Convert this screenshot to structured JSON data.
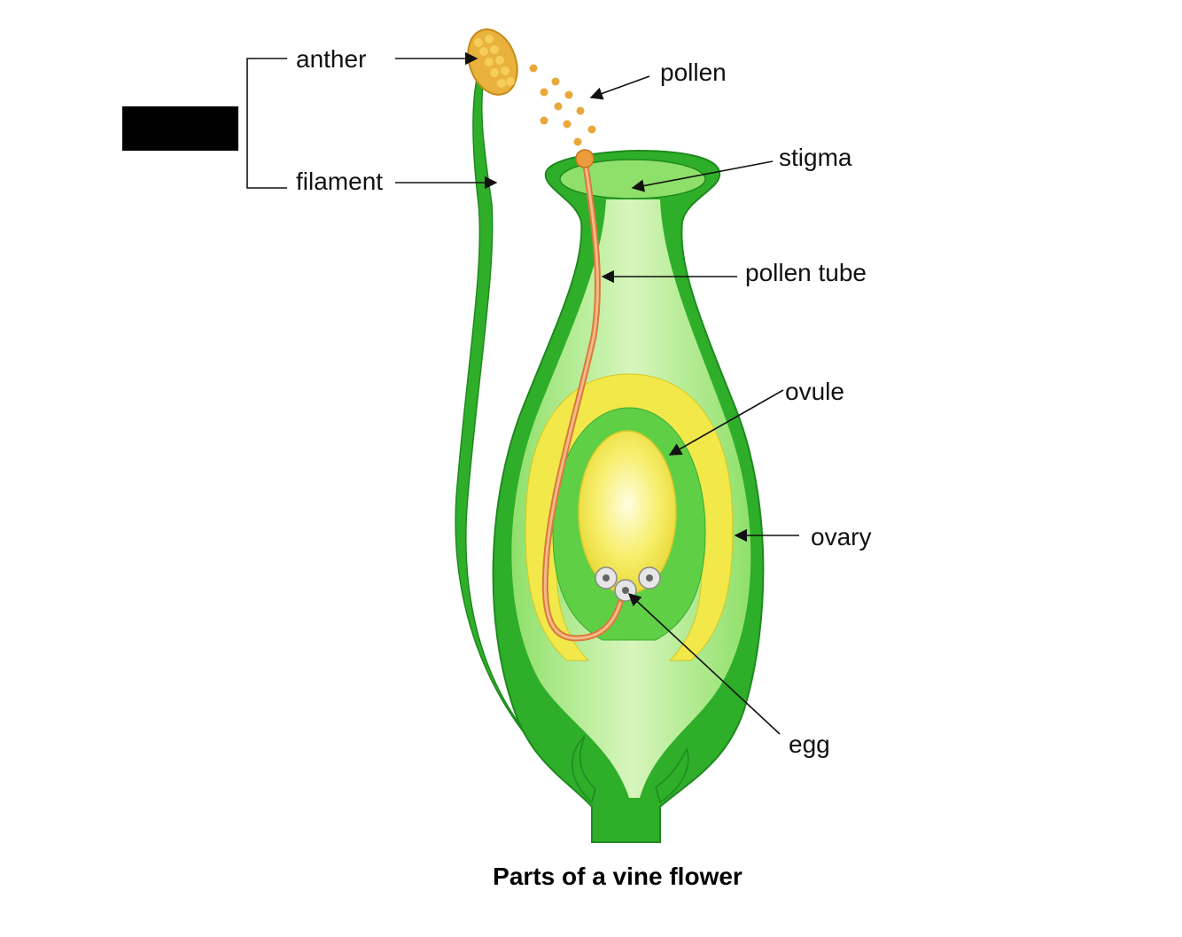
{
  "diagram": {
    "title": "Parts of a vine flower",
    "labels": {
      "anther": "anther",
      "filament": "filament",
      "pollen": "pollen",
      "stigma": "stigma",
      "pollen_tube": "pollen tube",
      "ovule": "ovule",
      "ovary": "ovary",
      "egg": "egg"
    },
    "colors": {
      "outer_green": "#2fae2a",
      "inner_green": "#6fd64a",
      "light_green": "#c8f0a8",
      "ovule_yellow": "#f2e84a",
      "pollen_orange": "#e8a83a",
      "redaction_box": "#000000"
    }
  }
}
